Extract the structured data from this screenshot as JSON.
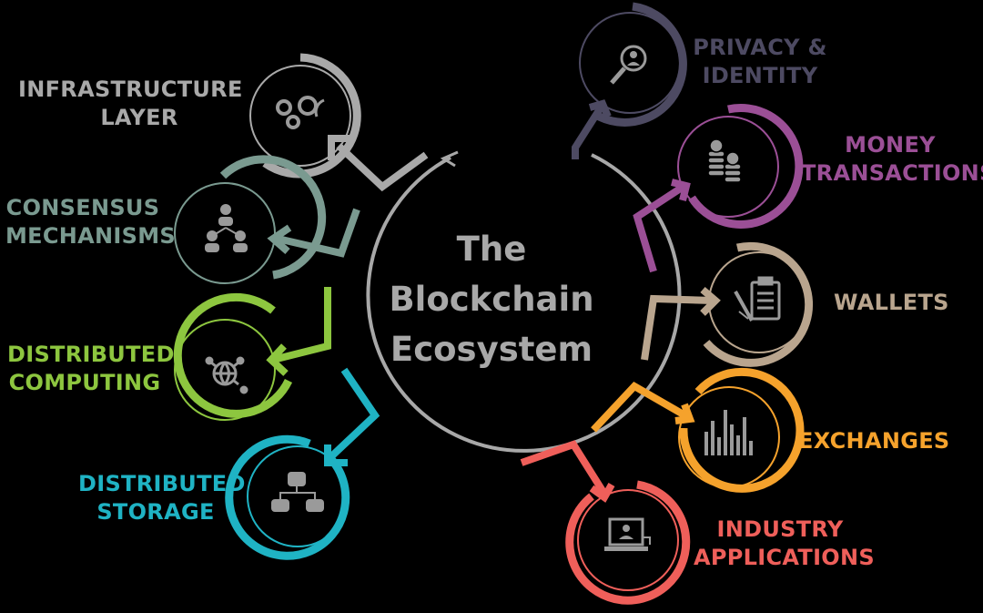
{
  "title_lines": [
    "The",
    "Blockchain",
    "Ecosystem"
  ],
  "colors": {
    "background": "#000000",
    "center_ring": "#a8a8a8",
    "infrastructure": "#a9a9a9",
    "consensus": "#7a9a90",
    "distributed_computing": "#8dc63f",
    "distributed_storage": "#1fb3c4",
    "privacy": "#4d4a62",
    "money": "#9b4f96",
    "wallets": "#b9a58e",
    "exchanges": "#f5a22c",
    "industry": "#ef5f5a",
    "icon": "#9a9a9a"
  },
  "nodes": [
    {
      "id": "infrastructure",
      "lines": [
        "INFRASTRUCTURE",
        "LAYER"
      ],
      "icon": "gears-icon"
    },
    {
      "id": "consensus",
      "lines": [
        "CONSENSUS",
        "MECHANISMS"
      ],
      "icon": "people-network-icon"
    },
    {
      "id": "distributed_computing",
      "lines": [
        "DISTRIBUTED",
        "COMPUTING"
      ],
      "icon": "globe-network-icon"
    },
    {
      "id": "distributed_storage",
      "lines": [
        "DISTRIBUTED",
        "STORAGE"
      ],
      "icon": "database-tree-icon"
    },
    {
      "id": "privacy",
      "lines": [
        "PRIVACY &",
        "IDENTITY"
      ],
      "icon": "magnifier-person-icon"
    },
    {
      "id": "money",
      "lines": [
        "MONEY",
        "TRANSACTIONS"
      ],
      "icon": "coin-stacks-icon"
    },
    {
      "id": "wallets",
      "lines": [
        "WALLETS"
      ],
      "icon": "clipboard-checklist-icon"
    },
    {
      "id": "exchanges",
      "lines": [
        "EXCHANGES"
      ],
      "icon": "bar-chart-icon"
    },
    {
      "id": "industry",
      "lines": [
        "INDUSTRY",
        "APPLICATIONS"
      ],
      "icon": "computer-user-icon"
    }
  ]
}
